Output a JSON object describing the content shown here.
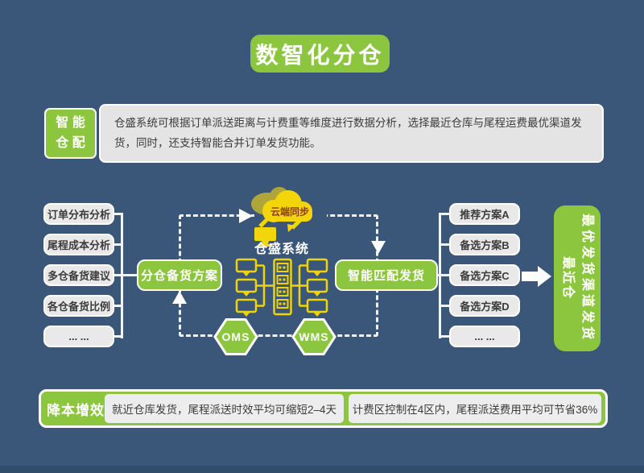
{
  "title": "数智化分仓",
  "colors": {
    "background": "#3A5679",
    "green": "#8CC63F",
    "yellow": "#F2D50A",
    "olive": "#AFA63B",
    "box_fill": "#E9E9E9",
    "dark_text": "#3C3C3C",
    "cloud_text": "#8D3A26",
    "white": "#FFFFFF"
  },
  "intro": {
    "label_line1": "智 能",
    "label_line2": "仓 配",
    "text": "仓盛系统可根据订单派送距离与计费重等维度进行数据分析，选择最近仓库与尾程运费最优渠道发货，同时，还支持智能合并订单发货功能。"
  },
  "flow": {
    "left_items": [
      "订单分布分析",
      "尾程成本分析",
      "多仓备货建议",
      "各仓备货比例",
      "... ..."
    ],
    "left_button": "分仓备货方案",
    "cloud_label": "云端同步",
    "system_label": "仓盛系统",
    "oms": "OMS",
    "wms": "WMS",
    "right_button": "智能匹配发货",
    "right_items": [
      "推荐方案A",
      "备选方案B",
      "备选方案C",
      "备选方案D",
      "... ..."
    ],
    "result_line1": "最优发货渠道发货",
    "result_line2": "最近仓"
  },
  "footer": {
    "label": "降本增效",
    "benefit1": "就近仓库发货，尾程派送时效平均可缩短2–4天",
    "benefit2": "计费区控制在4区内，尾程派送费用平均可节省36%"
  }
}
